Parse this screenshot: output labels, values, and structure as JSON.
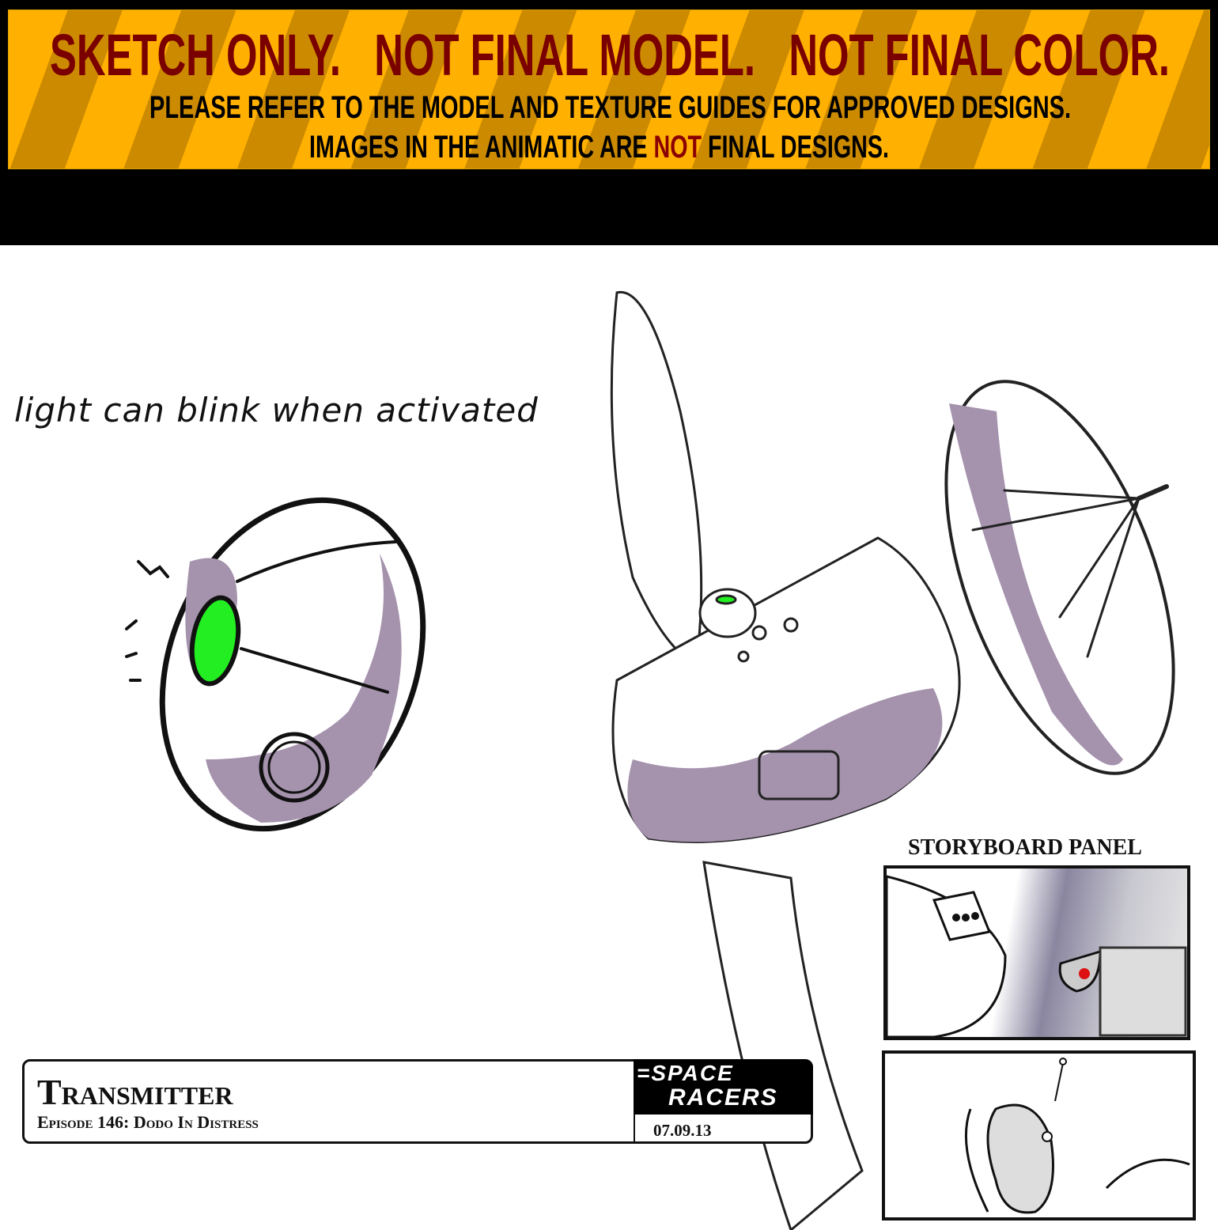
{
  "banner": {
    "headline": "SKETCH ONLY.   NOT FINAL MODEL.   NOT FINAL COLOR.",
    "line2": "PLEASE REFER TO THE MODEL AND TEXTURE GUIDES FOR APPROVED DESIGNS.",
    "line3_pre": "IMAGES IN THE ANIMATIC ARE ",
    "line3_emph": "NOT",
    "line3_post": " FINAL DESIGNS.",
    "colors": {
      "yellow": "#ffb000",
      "stripe": "#cc8a00",
      "headline": "#7a0000"
    }
  },
  "annotation": "light can blink when activated",
  "storyboard": {
    "label": "STORYBOARD PANEL"
  },
  "title_block": {
    "title": "Transmitter",
    "episode": "Episode 146: Dodo In Distress",
    "logo_line1": "=SPACE",
    "logo_line2": "RACERS",
    "date": "07.09.13"
  },
  "colors": {
    "purple": "#a592ad",
    "light_green": "#22ee22",
    "light_red": "#dd1111"
  }
}
